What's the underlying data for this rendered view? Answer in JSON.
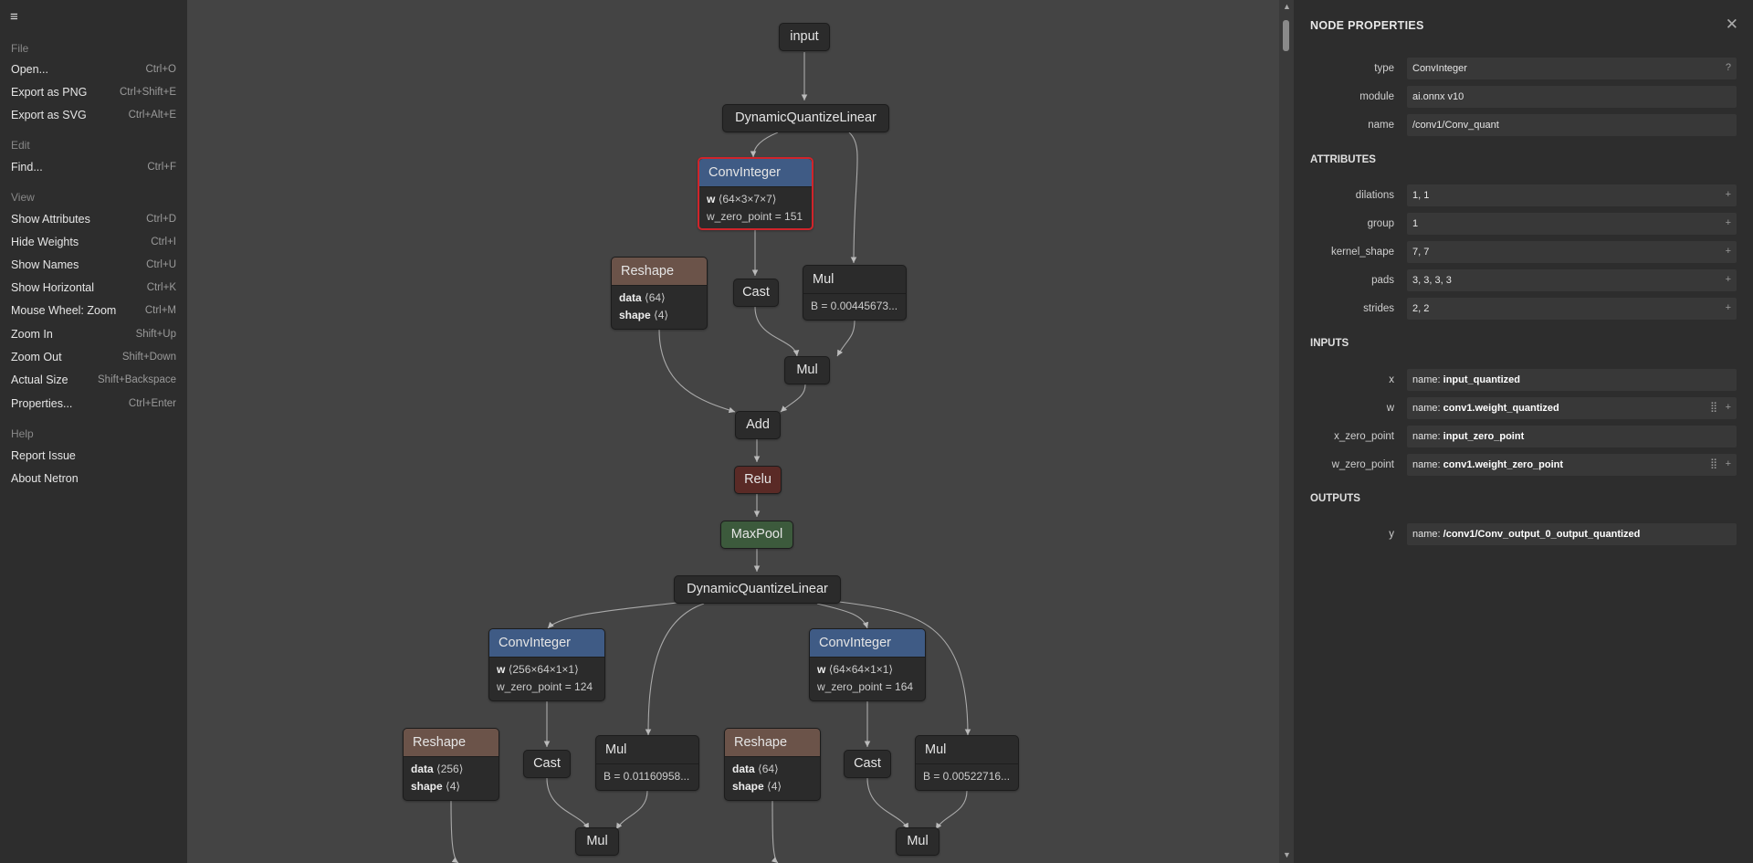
{
  "menu": {
    "hamburger": "≡",
    "groups": {
      "file": "File",
      "edit": "Edit",
      "view": "View",
      "help": "Help"
    },
    "items": {
      "open": {
        "label": "Open...",
        "shortcut": "Ctrl+O"
      },
      "export_png": {
        "label": "Export as PNG",
        "shortcut": "Ctrl+Shift+E"
      },
      "export_svg": {
        "label": "Export as SVG",
        "shortcut": "Ctrl+Alt+E"
      },
      "find": {
        "label": "Find...",
        "shortcut": "Ctrl+F"
      },
      "show_attributes": {
        "label": "Show Attributes",
        "shortcut": "Ctrl+D"
      },
      "hide_weights": {
        "label": "Hide Weights",
        "shortcut": "Ctrl+I"
      },
      "show_names": {
        "label": "Show Names",
        "shortcut": "Ctrl+U"
      },
      "show_horizontal": {
        "label": "Show Horizontal",
        "shortcut": "Ctrl+K"
      },
      "mouse_wheel_zoom": {
        "label": "Mouse Wheel: Zoom",
        "shortcut": "Ctrl+M"
      },
      "zoom_in": {
        "label": "Zoom In",
        "shortcut": "Shift+Up"
      },
      "zoom_out": {
        "label": "Zoom Out",
        "shortcut": "Shift+Down"
      },
      "actual_size": {
        "label": "Actual Size",
        "shortcut": "Shift+Backspace"
      },
      "properties": {
        "label": "Properties...",
        "shortcut": "Ctrl+Enter"
      },
      "report_issue": {
        "label": "Report Issue",
        "shortcut": ""
      },
      "about": {
        "label": "About Netron",
        "shortcut": ""
      }
    }
  },
  "graph": {
    "input": "input",
    "dql1": "DynamicQuantizeLinear",
    "conv1": {
      "title": "ConvInteger",
      "w_label": "w",
      "w_shape": "⟨64×3×7×7⟩",
      "zp": "w_zero_point = 151"
    },
    "reshape1": {
      "title": "Reshape",
      "data_label": "data",
      "data_shape": "⟨64⟩",
      "shape_label": "shape",
      "shape_shape": "⟨4⟩"
    },
    "cast1": "Cast",
    "mul1": {
      "title": "Mul",
      "b": "B = 0.00445673..."
    },
    "mul2": "Mul",
    "add1": "Add",
    "relu1": "Relu",
    "maxpool1": "MaxPool",
    "dql2": "DynamicQuantizeLinear",
    "conv2": {
      "title": "ConvInteger",
      "w_label": "w",
      "w_shape": "⟨256×64×1×1⟩",
      "zp": "w_zero_point = 124"
    },
    "conv3": {
      "title": "ConvInteger",
      "w_label": "w",
      "w_shape": "⟨64×64×1×1⟩",
      "zp": "w_zero_point = 164"
    },
    "reshape2": {
      "title": "Reshape",
      "data_label": "data",
      "data_shape": "⟨256⟩",
      "shape_label": "shape",
      "shape_shape": "⟨4⟩"
    },
    "cast2": "Cast",
    "mul3": {
      "title": "Mul",
      "b": "B = 0.01160958..."
    },
    "reshape3": {
      "title": "Reshape",
      "data_label": "data",
      "data_shape": "⟨64⟩",
      "shape_label": "shape",
      "shape_shape": "⟨4⟩"
    },
    "cast3": "Cast",
    "mul4": {
      "title": "Mul",
      "b": "B = 0.00522716..."
    },
    "mul5": "Mul",
    "mul6": "Mul"
  },
  "props": {
    "title": "NODE PROPERTIES",
    "close": "✕",
    "type": {
      "key": "type",
      "value": "ConvInteger",
      "help": "?"
    },
    "module": {
      "key": "module",
      "value": "ai.onnx v10"
    },
    "name": {
      "key": "name",
      "value": "/conv1/Conv_quant"
    },
    "attributes_title": "ATTRIBUTES",
    "attributes": {
      "dilations": {
        "key": "dilations",
        "value": "1, 1"
      },
      "group": {
        "key": "group",
        "value": "1"
      },
      "kernel_shape": {
        "key": "kernel_shape",
        "value": "7, 7"
      },
      "pads": {
        "key": "pads",
        "value": "3, 3, 3, 3"
      },
      "strides": {
        "key": "strides",
        "value": "2, 2"
      }
    },
    "inputs_title": "INPUTS",
    "inputs": {
      "x": {
        "key": "x",
        "prefix": "name: ",
        "value": "input_quantized"
      },
      "w": {
        "key": "w",
        "prefix": "name: ",
        "value": "conv1.weight_quantized"
      },
      "x_zero_point": {
        "key": "x_zero_point",
        "prefix": "name: ",
        "value": "input_zero_point"
      },
      "w_zero_point": {
        "key": "w_zero_point",
        "prefix": "name: ",
        "value": "conv1.weight_zero_point"
      }
    },
    "outputs_title": "OUTPUTS",
    "outputs": {
      "y": {
        "key": "y",
        "prefix": "name: ",
        "value": "/conv1/Conv_output_0_output_quantized"
      }
    },
    "plus": "+",
    "grid_icon": "⣿"
  },
  "scrollbar": {
    "up": "▲",
    "down": "▼"
  }
}
